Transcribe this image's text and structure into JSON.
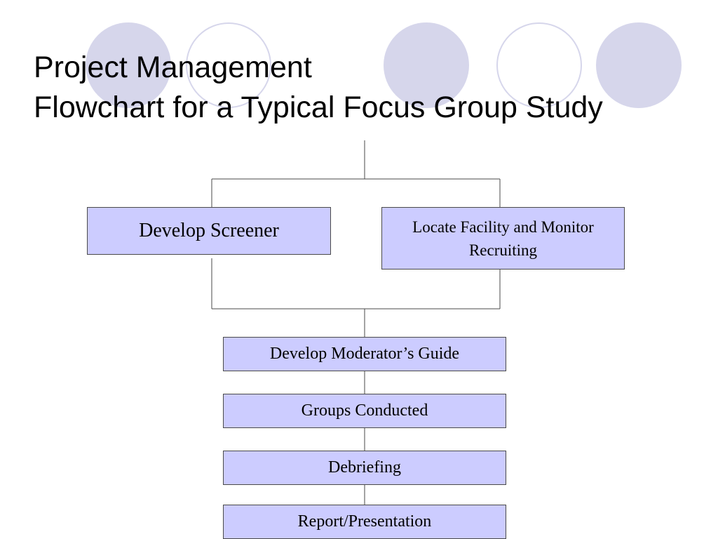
{
  "slide": {
    "title_line1": "Project Management",
    "title_line2": "Flowchart for a Typical Focus Group Study"
  },
  "flowchart": {
    "steps": [
      {
        "id": "develop-screener",
        "label": "Develop Screener"
      },
      {
        "id": "locate-facility",
        "label": "Locate Facility and Monitor Recruiting"
      },
      {
        "id": "develop-guide",
        "label": "Develop Moderator’s Guide"
      },
      {
        "id": "groups-conducted",
        "label": "Groups Conducted"
      },
      {
        "id": "debriefing",
        "label": "Debriefing"
      },
      {
        "id": "report",
        "label": "Report/Presentation"
      }
    ]
  },
  "colors": {
    "box_fill": "#ccccff",
    "decor_circle": "#d6d6eb",
    "line": "#4a4a4a"
  }
}
